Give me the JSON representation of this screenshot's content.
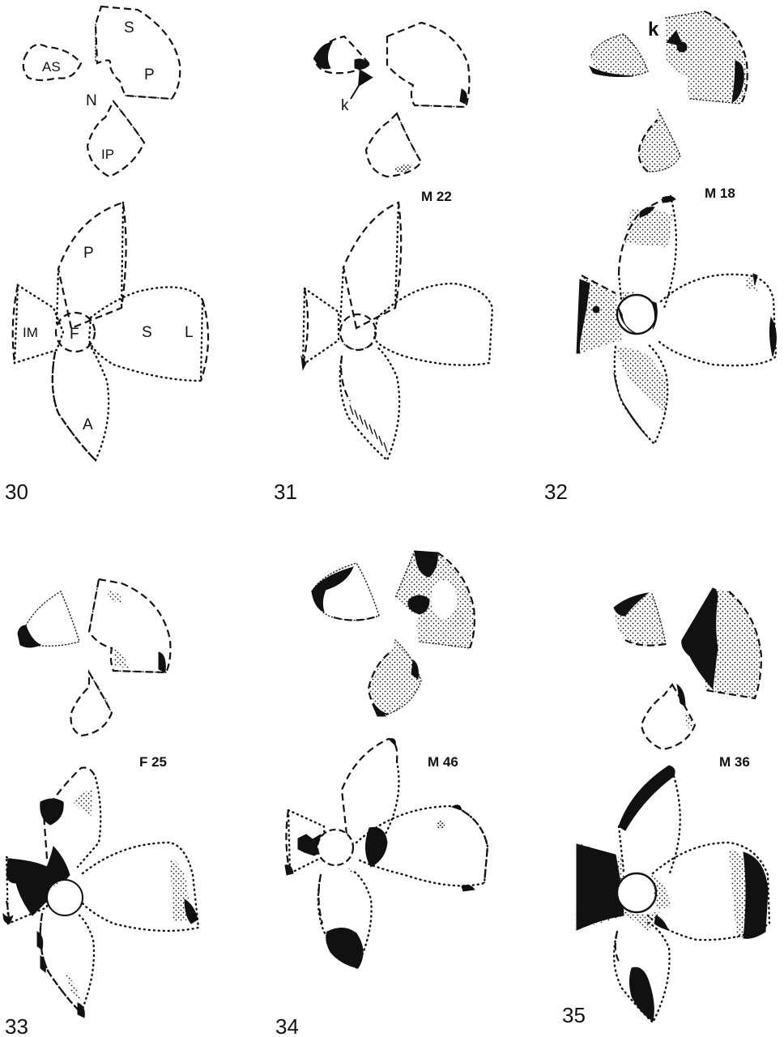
{
  "labels": {
    "fig30_top": {
      "s": "S",
      "p": "P",
      "as": "AS",
      "n": "N",
      "ip": "IP"
    },
    "fig30_bottom": {
      "p": "P",
      "im": "IM",
      "f": "F",
      "s": "S",
      "l": "L",
      "a": "A"
    },
    "fig31_k": "k",
    "fig32_k": "k"
  },
  "captions": {
    "fig31": "M 22",
    "fig32": "M 18",
    "fig33": "F 25",
    "fig34": "M 46",
    "fig35": "M 36"
  },
  "figure_numbers": [
    "30",
    "31",
    "32",
    "33",
    "34",
    "35"
  ]
}
